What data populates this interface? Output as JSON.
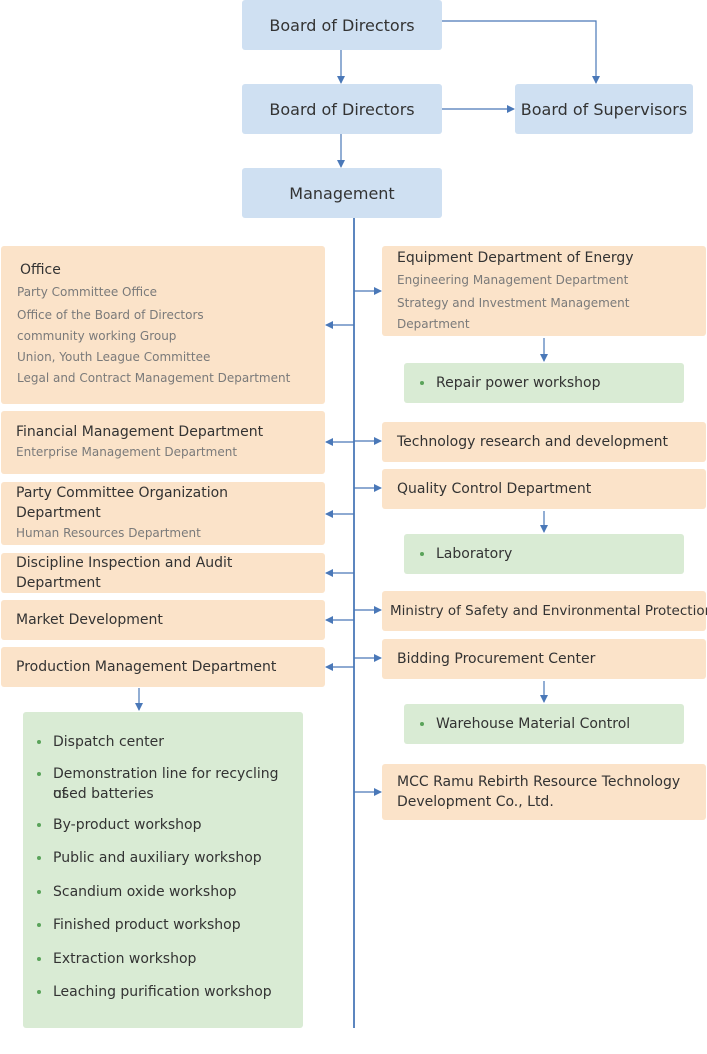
{
  "top": {
    "board1": "Board of Directors",
    "board2": "Board of Directors",
    "supervisors": "Board of Supervisors",
    "management": "Management"
  },
  "left": {
    "office": {
      "title": "Office",
      "items": [
        "Party Committee Office",
        "Office of the Board of Directors",
        "community working Group",
        "Union, Youth League Committee",
        "Legal and Contract Management Department"
      ]
    },
    "financial": {
      "title": "Financial Management Department",
      "items": [
        "Enterprise Management Department"
      ]
    },
    "party_org": {
      "title": "Party Committee Organization Department",
      "items": [
        "Human Resources Department"
      ]
    },
    "discipline": "Discipline Inspection and Audit Department",
    "market": "Market Development",
    "production": "Production Management Department",
    "production_units": [
      "Dispatch center",
      "Demonstration line for recycling of",
      "used batteries",
      "By-product workshop",
      "Public and auxiliary workshop",
      "Scandium oxide workshop",
      "Finished product workshop",
      "Extraction workshop",
      "Leaching purification workshop"
    ]
  },
  "right": {
    "equipment": {
      "title": "Equipment Department of Energy",
      "items": [
        "Engineering Management Department",
        "Strategy and Investment Management Department"
      ]
    },
    "repair": "Repair power workshop",
    "technology": "Technology research and development",
    "quality": "Quality Control Department",
    "laboratory": "Laboratory",
    "safety": "Ministry of Safety and Environmental Protection",
    "bidding": "Bidding Procurement Center",
    "warehouse": "Warehouse Material Control",
    "mcc": {
      "line1": "MCC Ramu Rebirth Resource Technology",
      "line2": "Development Co., Ltd."
    }
  },
  "colors": {
    "blue_box": "#cfe0f2",
    "peach_box": "#fbe3c9",
    "green_box": "#d9ebd4",
    "connector": "#4a78b8",
    "bullet": "#5aa35a"
  }
}
